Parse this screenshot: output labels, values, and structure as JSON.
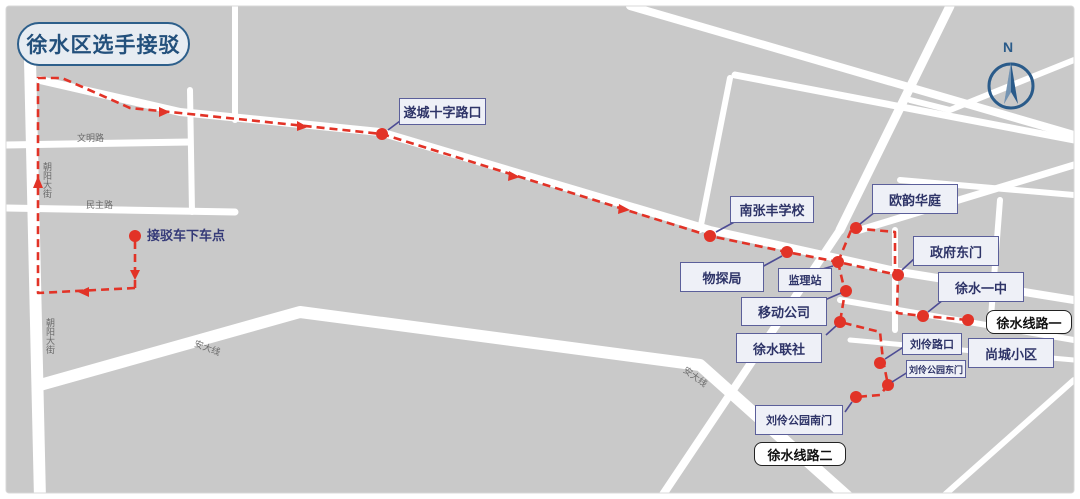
{
  "title": "徐水区选手接驳",
  "compass_label": "N",
  "colors": {
    "route": "#e23327",
    "stop": "#e23327",
    "background": "#c9c9c9",
    "road": "#ffffff",
    "label_border": "#5b5f9a",
    "title": "#23507c"
  },
  "roads": {
    "wenming": "文明路",
    "minzhu": "民主路",
    "chaoyang_top": "朝阳大街",
    "chaoyang_bottom": "朝阳大街",
    "anda_left": "安大线",
    "anda_right": "安大线"
  },
  "stops": {
    "suicheng": "遂城十字路口",
    "dropoff": "接驳车下车点",
    "nanzhangfeng": "南张丰学校",
    "wutanju": "物探局",
    "jianlizhan": "监理站",
    "ouyun": "欧韵华庭",
    "zhengfu": "政府东门",
    "yidong": "移动公司",
    "xushui_yizhong": "徐水一中",
    "lianshe": "徐水联社",
    "liulingkou": "刘伶路口",
    "liulingdong": "刘伶公园东门",
    "shangcheng": "尚城小区",
    "liulingnan": "刘伶公园南门"
  },
  "routes": {
    "route1": "徐水线路一",
    "route2": "徐水线路二"
  },
  "icons": {
    "compass": "compass-icon"
  }
}
